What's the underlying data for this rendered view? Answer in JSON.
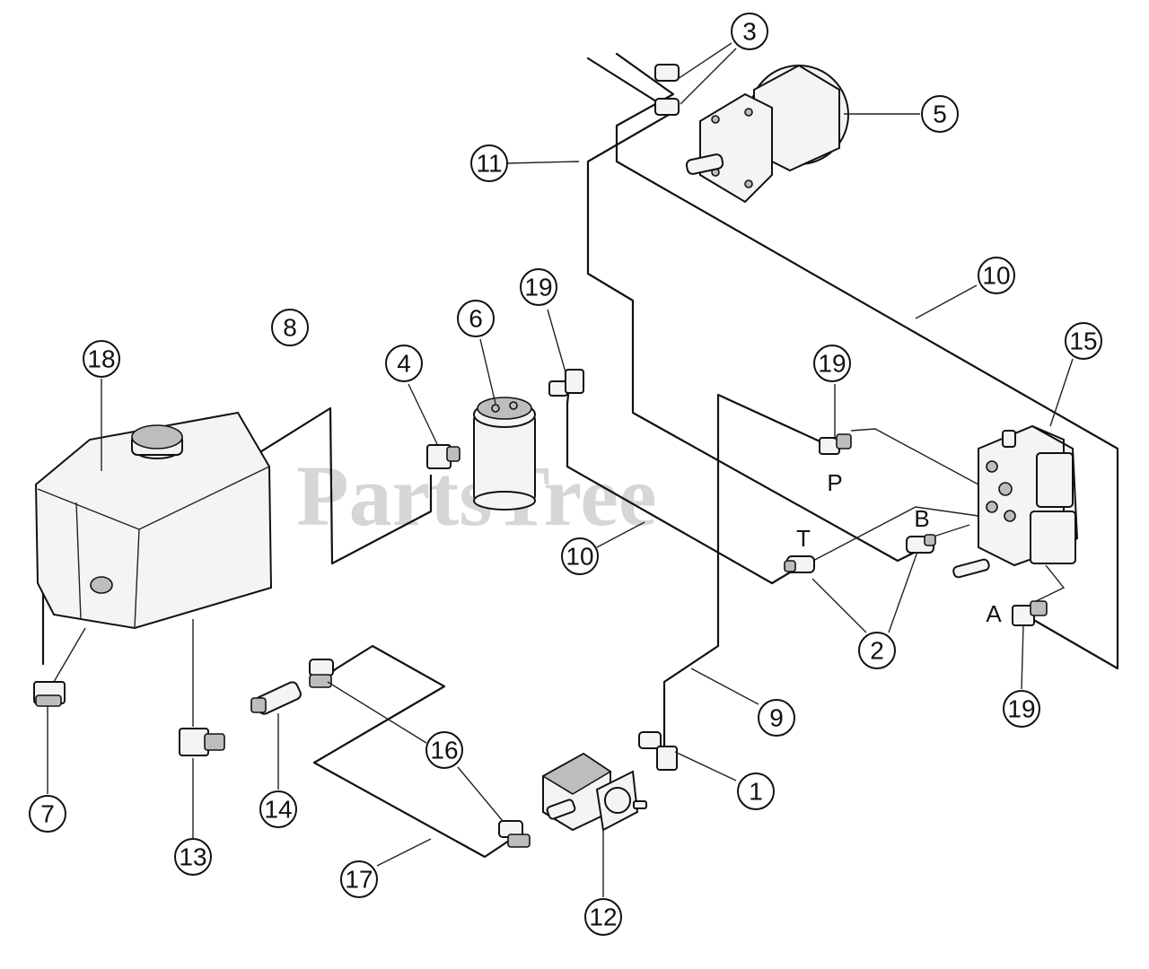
{
  "watermark": "PartsTree",
  "callouts": [
    {
      "id": "1",
      "label": "1"
    },
    {
      "id": "2",
      "label": "2"
    },
    {
      "id": "3",
      "label": "3"
    },
    {
      "id": "4",
      "label": "4"
    },
    {
      "id": "5",
      "label": "5"
    },
    {
      "id": "6",
      "label": "6"
    },
    {
      "id": "7",
      "label": "7"
    },
    {
      "id": "8",
      "label": "8"
    },
    {
      "id": "9",
      "label": "9"
    },
    {
      "id": "10a",
      "label": "10"
    },
    {
      "id": "10b",
      "label": "10"
    },
    {
      "id": "11",
      "label": "11"
    },
    {
      "id": "12",
      "label": "12"
    },
    {
      "id": "13",
      "label": "13"
    },
    {
      "id": "14",
      "label": "14"
    },
    {
      "id": "15",
      "label": "15"
    },
    {
      "id": "16",
      "label": "16"
    },
    {
      "id": "17",
      "label": "17"
    },
    {
      "id": "18",
      "label": "18"
    },
    {
      "id": "19a",
      "label": "19"
    },
    {
      "id": "19b",
      "label": "19"
    },
    {
      "id": "19c",
      "label": "19"
    }
  ],
  "ports": {
    "P": "P",
    "T": "T",
    "B": "B",
    "A": "A"
  },
  "colors": {
    "line": "#111111",
    "watermark": "#c9c9c9",
    "background": "#ffffff"
  }
}
